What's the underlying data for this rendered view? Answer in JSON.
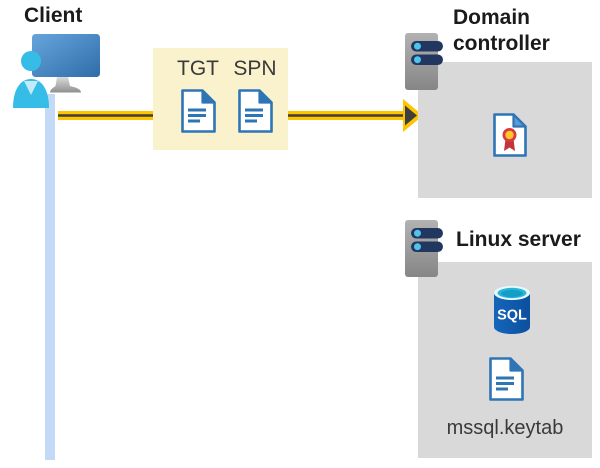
{
  "client": {
    "label": "Client"
  },
  "tickets": {
    "tgt": "TGT",
    "spn": "SPN"
  },
  "domain_controller": {
    "label": "Domain controller"
  },
  "linux_server": {
    "label": "Linux server",
    "sql_badge": "SQL",
    "keytab_file": "mssql.keytab"
  },
  "icons": {
    "client": "user-at-monitor-icon",
    "tgt": "document-icon",
    "spn": "document-icon",
    "domain_controller": "server-rack-icon",
    "certificate": "certificate-document-icon",
    "linux_server": "server-rack-icon",
    "database": "sql-database-icon",
    "keytab": "document-icon"
  },
  "colors": {
    "panel_yellow": "#faf2cd",
    "arrow_yellow": "#ffc400",
    "arrow_core": "#3e3e3e",
    "box_gray": "#d9d9d9",
    "doc_blue": "#2e75b6",
    "sql_blue": "#0f5cb0",
    "person_cyan": "#35bde8",
    "network_line_blue": "#c3daf6",
    "server_bar_navy": "#22375f"
  }
}
